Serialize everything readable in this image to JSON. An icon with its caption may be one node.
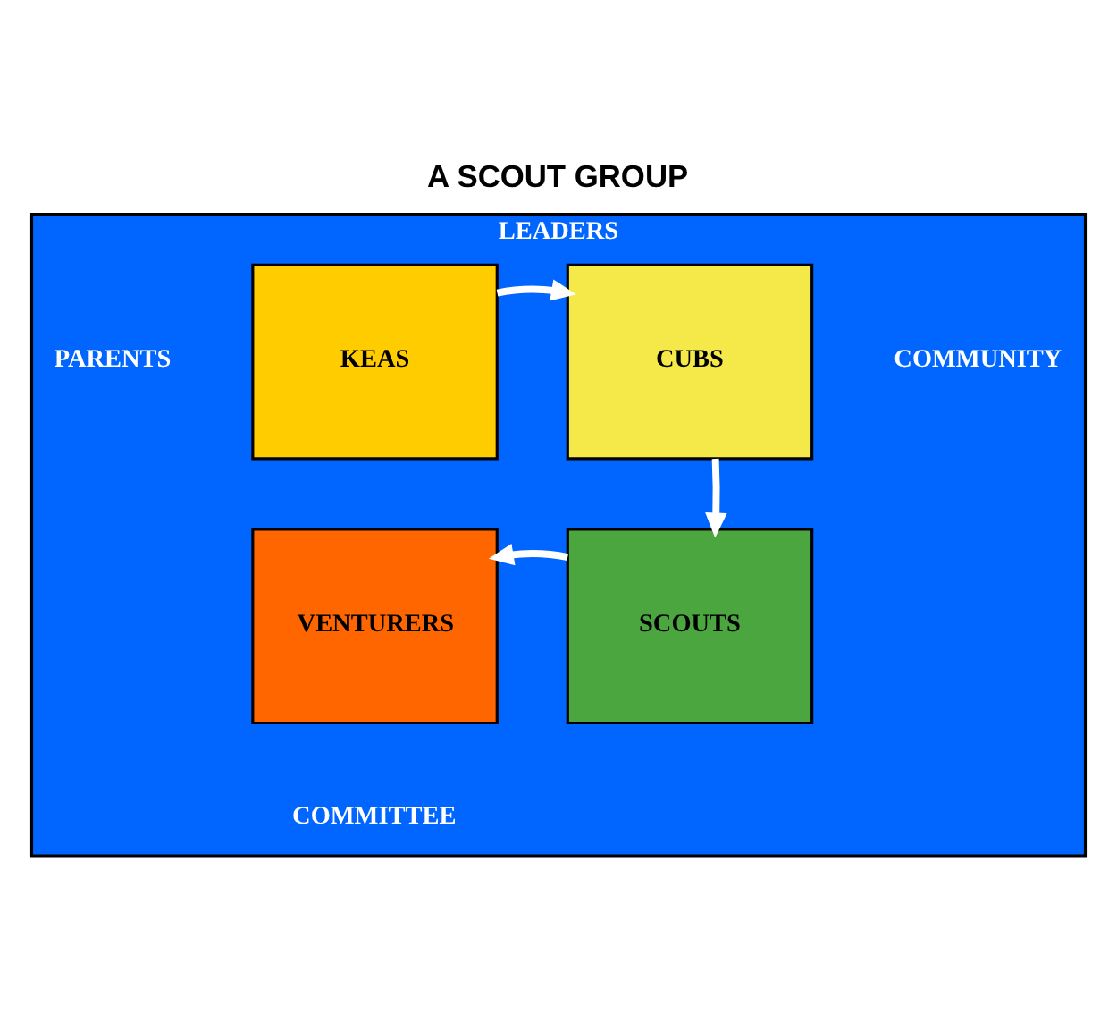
{
  "diagram": {
    "title": "A SCOUT GROUP",
    "nodes": [
      {
        "text": [
          "LEADERS",
          "PARENTS",
          "COMMUNITY",
          "COMMITTEE"
        ]
      },
      {
        "text": [
          "KEAS"
        ],
        "in": 0
      },
      {
        "text": [
          "CUBS"
        ],
        "in": 0
      },
      {
        "text": [
          "VENTURERS"
        ],
        "in": 0
      },
      {
        "text": [
          "SCOUTS"
        ],
        "in": 0
      }
    ],
    "edges": [
      {
        "from": 1,
        "to": 2,
        "arrow": "to"
      },
      {
        "from": 2,
        "to": 4,
        "arrow": "to"
      },
      {
        "from": 4,
        "to": 3,
        "arrow": "to"
      }
    ]
  }
}
